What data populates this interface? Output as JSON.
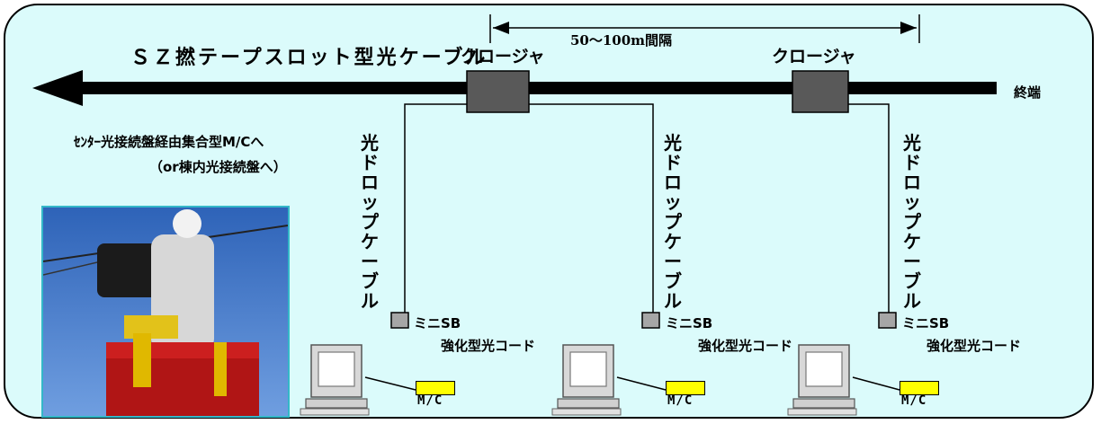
{
  "labels": {
    "cable": "ＳＺ撚テープスロット型光ケーブル",
    "closure": "クロージャ",
    "interval": "50〜100m間隔",
    "end": "終端",
    "center_line1": "ｾﾝﾀｰ光接続盤経由集合型M/Cへ",
    "center_line2": "（or棟内光接続盤へ）",
    "drop_cable": "光ドロップケーブル",
    "mini_sb": "ミニSB",
    "reinforced_cord": "強化型光コード",
    "mc": "M/C"
  },
  "colors": {
    "background": "#dbfbfb",
    "cable": "#000000",
    "closure": "#595959",
    "mini_sb": "#a6a6a6",
    "mc_box": "#ffff00",
    "photo_border": "#34b7c8"
  },
  "icons": [
    "arrow-left-icon",
    "computer-icon",
    "worker-photo"
  ]
}
